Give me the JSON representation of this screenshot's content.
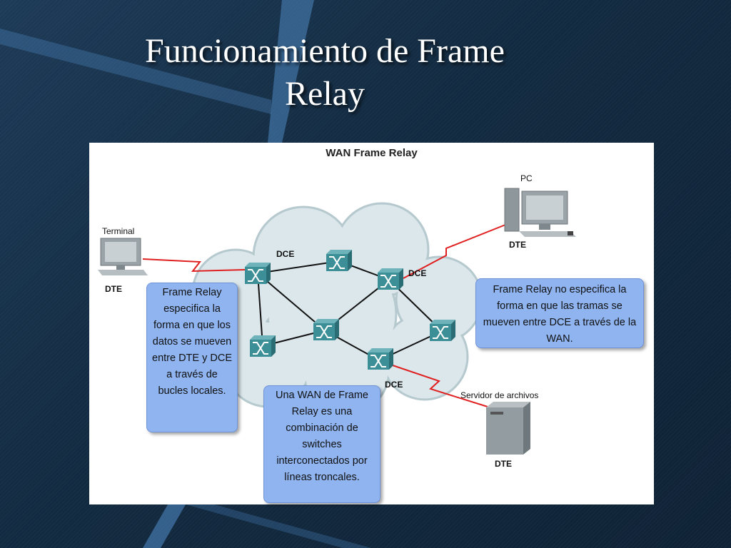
{
  "slide": {
    "title_line1": "Funcionamiento de Frame",
    "title_line2": "Relay"
  },
  "diagram": {
    "title": "WAN Frame Relay",
    "labels": {
      "terminal": "Terminal",
      "dte_terminal": "DTE",
      "pc": "PC",
      "dte_pc": "DTE",
      "dce_top_left": "DCE",
      "dce_top_right": "DCE",
      "dce_bottom": "DCE",
      "server": "Servidor de archivos",
      "dte_server": "DTE"
    },
    "callouts": {
      "left": "Frame Relay especifica la forma en que los datos se mueven entre DTE y DCE a través de bucles locales.",
      "right": "Frame Relay no especifica la forma en que las tramas se mueven entre DCE a través de la WAN.",
      "bottom": "Una WAN de Frame Relay es una combinación de switches interconectados por líneas troncales."
    },
    "colors": {
      "cloud": "#d7e4e8",
      "switch": "#3c8a92",
      "local_loop": "#e02020",
      "callout": "#8fb4f0"
    }
  }
}
